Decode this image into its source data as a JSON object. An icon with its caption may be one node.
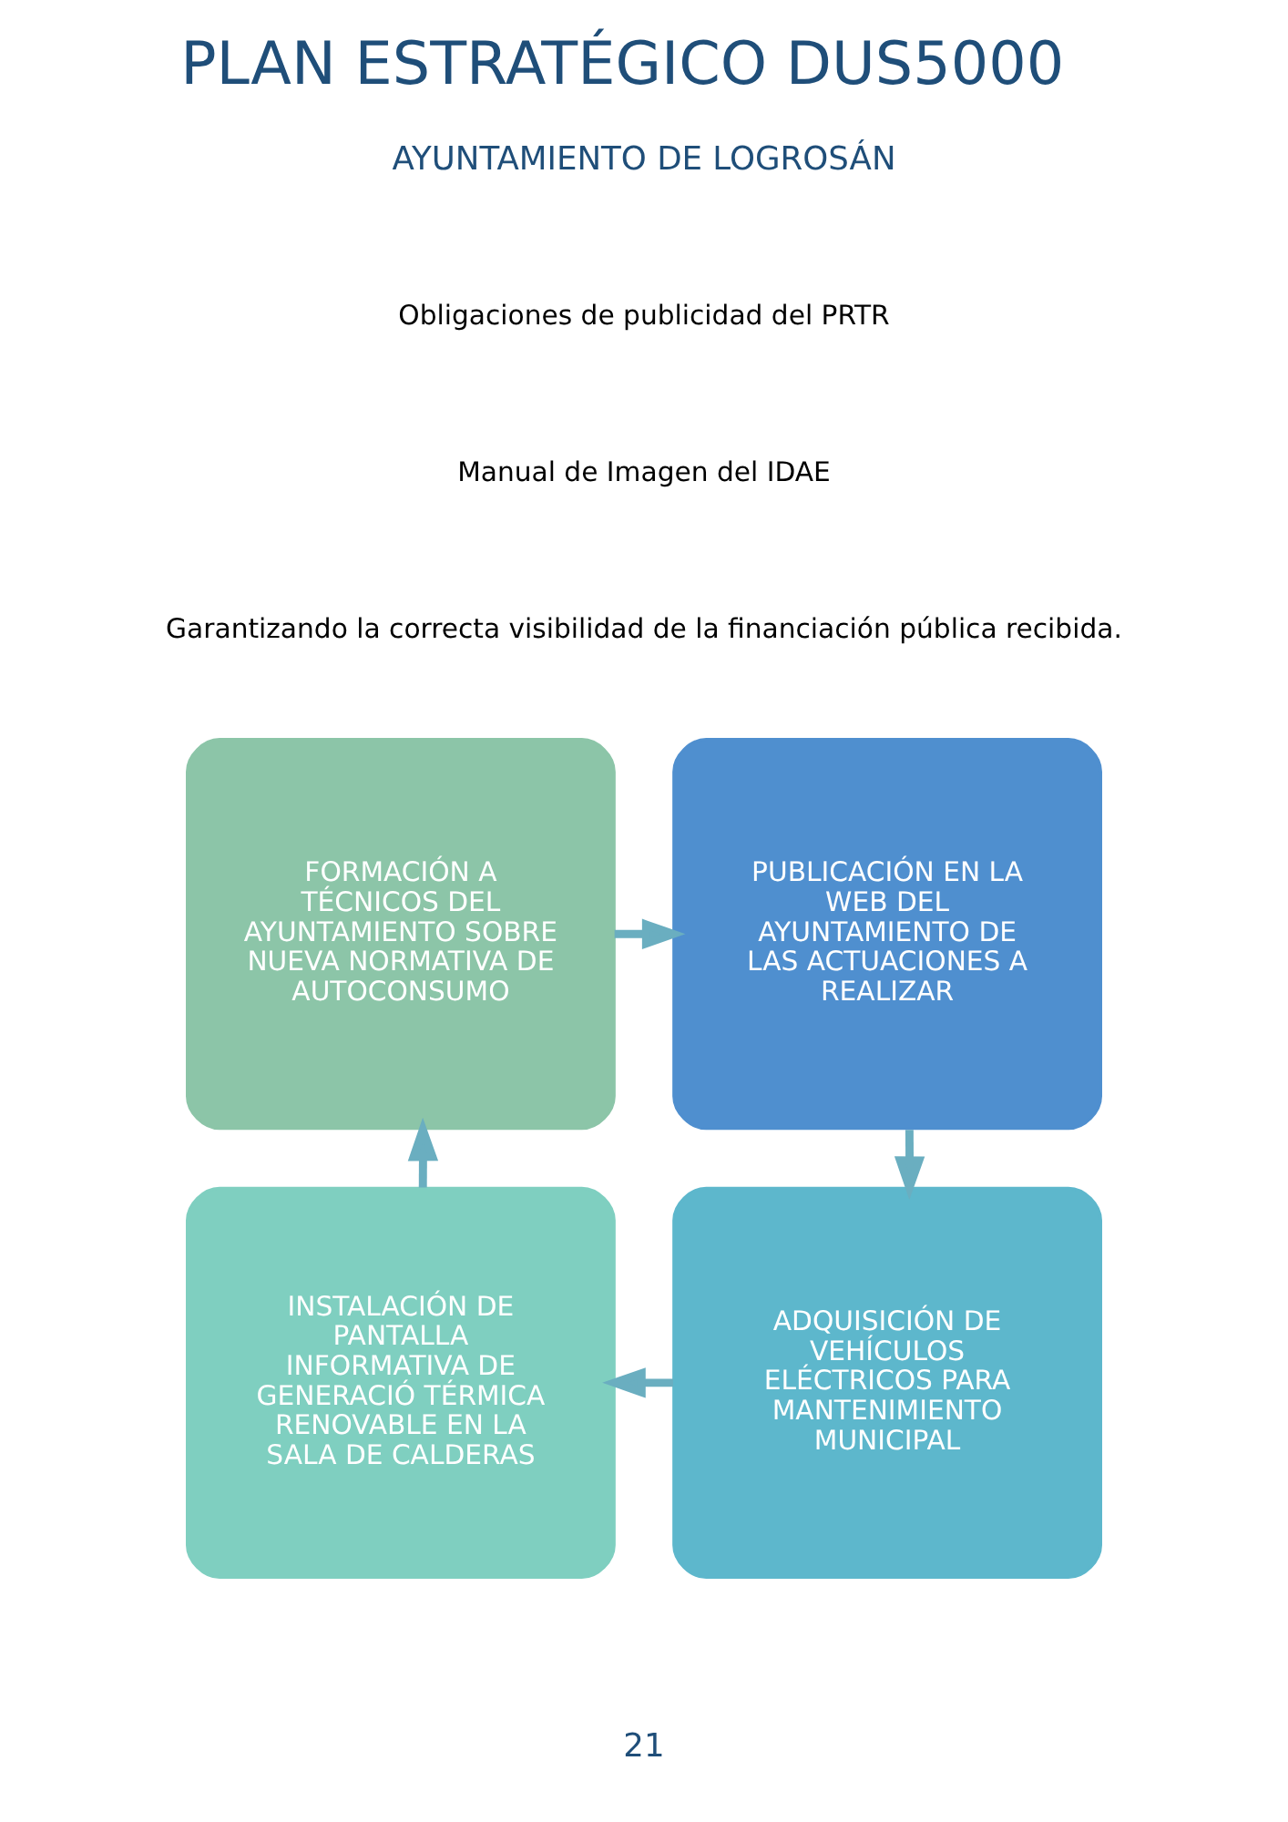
{
  "diagram": {
    "title": "PLAN ESTRATÉGICO DUS5000",
    "nodes": [
      {
        "text": [
          "FORMACIÓN A TÉCNICOS DEL AYUNTAMIENTO SOBRE NUEVA NORMATIVA DE AUTOCONSUMO"
        ]
      },
      {
        "text": [
          "PUBLICACIÓN EN LA WEB DEL AYUNTAMIENTO DE LAS ACTUACIONES A REALIZAR"
        ]
      },
      {
        "text": [
          "INSTALACIÓN DE PANTALLA INFORMATIVA DE GENERACIÓ TÉRMICA RENOVABLE EN LA SALA DE CALDERAS"
        ]
      },
      {
        "text": [
          "ADQUISICIÓN DE VEHÍCULOS ELÉCTRICOS PARA MANTENIMIENTO MUNICIPAL"
        ]
      }
    ],
    "edges": [
      {
        "from": 0,
        "to": 1,
        "arrow": "to"
      },
      {
        "from": 1,
        "to": 3,
        "arrow": "to"
      },
      {
        "from": 3,
        "to": 2,
        "arrow": "to"
      },
      {
        "from": 2,
        "to": 0,
        "arrow": "to"
      }
    ],
    "labels": [
      "AYUNTAMIENTO DE LOGROSÁN",
      "Obligaciones de publicidad del PRTR",
      "Manual de Imagen del IDAE",
      "Garantizando la correcta visibilidad de la financiación pública recibida.",
      "21"
    ]
  }
}
